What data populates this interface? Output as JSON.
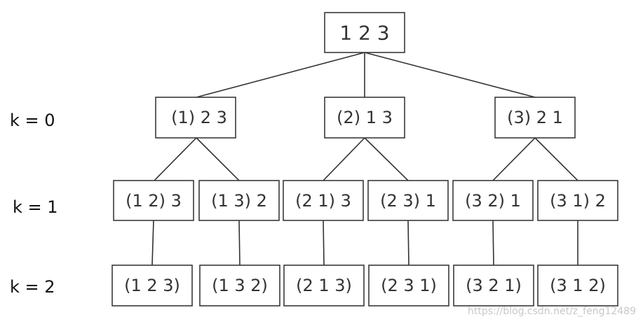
{
  "root": "1 2 3",
  "levels": [
    {
      "label": "k = 0",
      "nodes": [
        "(1) 2 3",
        "(2) 1 3",
        "(3) 2 1"
      ]
    },
    {
      "label": "k = 1",
      "nodes": [
        "(1 2) 3",
        "(1 3) 2",
        "(2 1) 3",
        "(2 3) 1",
        "(3 2) 1",
        "(3 1) 2"
      ]
    },
    {
      "label": "k = 2",
      "nodes": [
        "(1 2 3)",
        "(1 3 2)",
        "(2 1 3)",
        "(2 3 1)",
        "(3 2 1)",
        "(3 1 2)"
      ]
    }
  ],
  "watermark": "https://blog.csdn.net/z_feng12489"
}
